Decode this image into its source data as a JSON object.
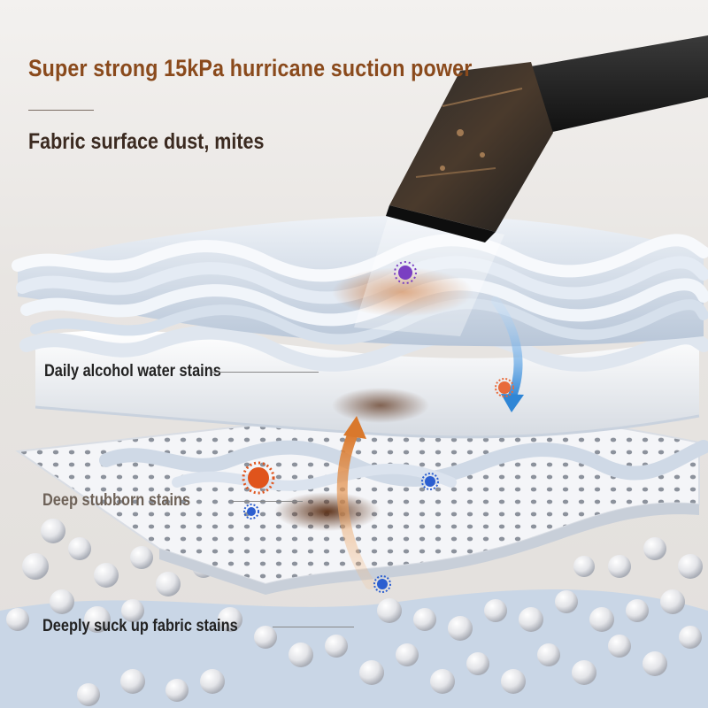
{
  "headline": "Super strong 15kPa hurricane suction power",
  "subheadline": "Fabric surface dust, mites",
  "callouts": {
    "layer_1": "Daily alcohol water stains",
    "layer_2": "Deep stubborn stains",
    "layer_3": "Deeply suck up fabric stains"
  },
  "colors": {
    "headline": "#8a4a1c",
    "subheadline": "#3b2a20",
    "callout_1": "#222222",
    "callout_2": "#6e6258",
    "callout_3": "#222222",
    "arrow_blue": "#2f86d6",
    "arrow_orange": "#d9782c"
  }
}
